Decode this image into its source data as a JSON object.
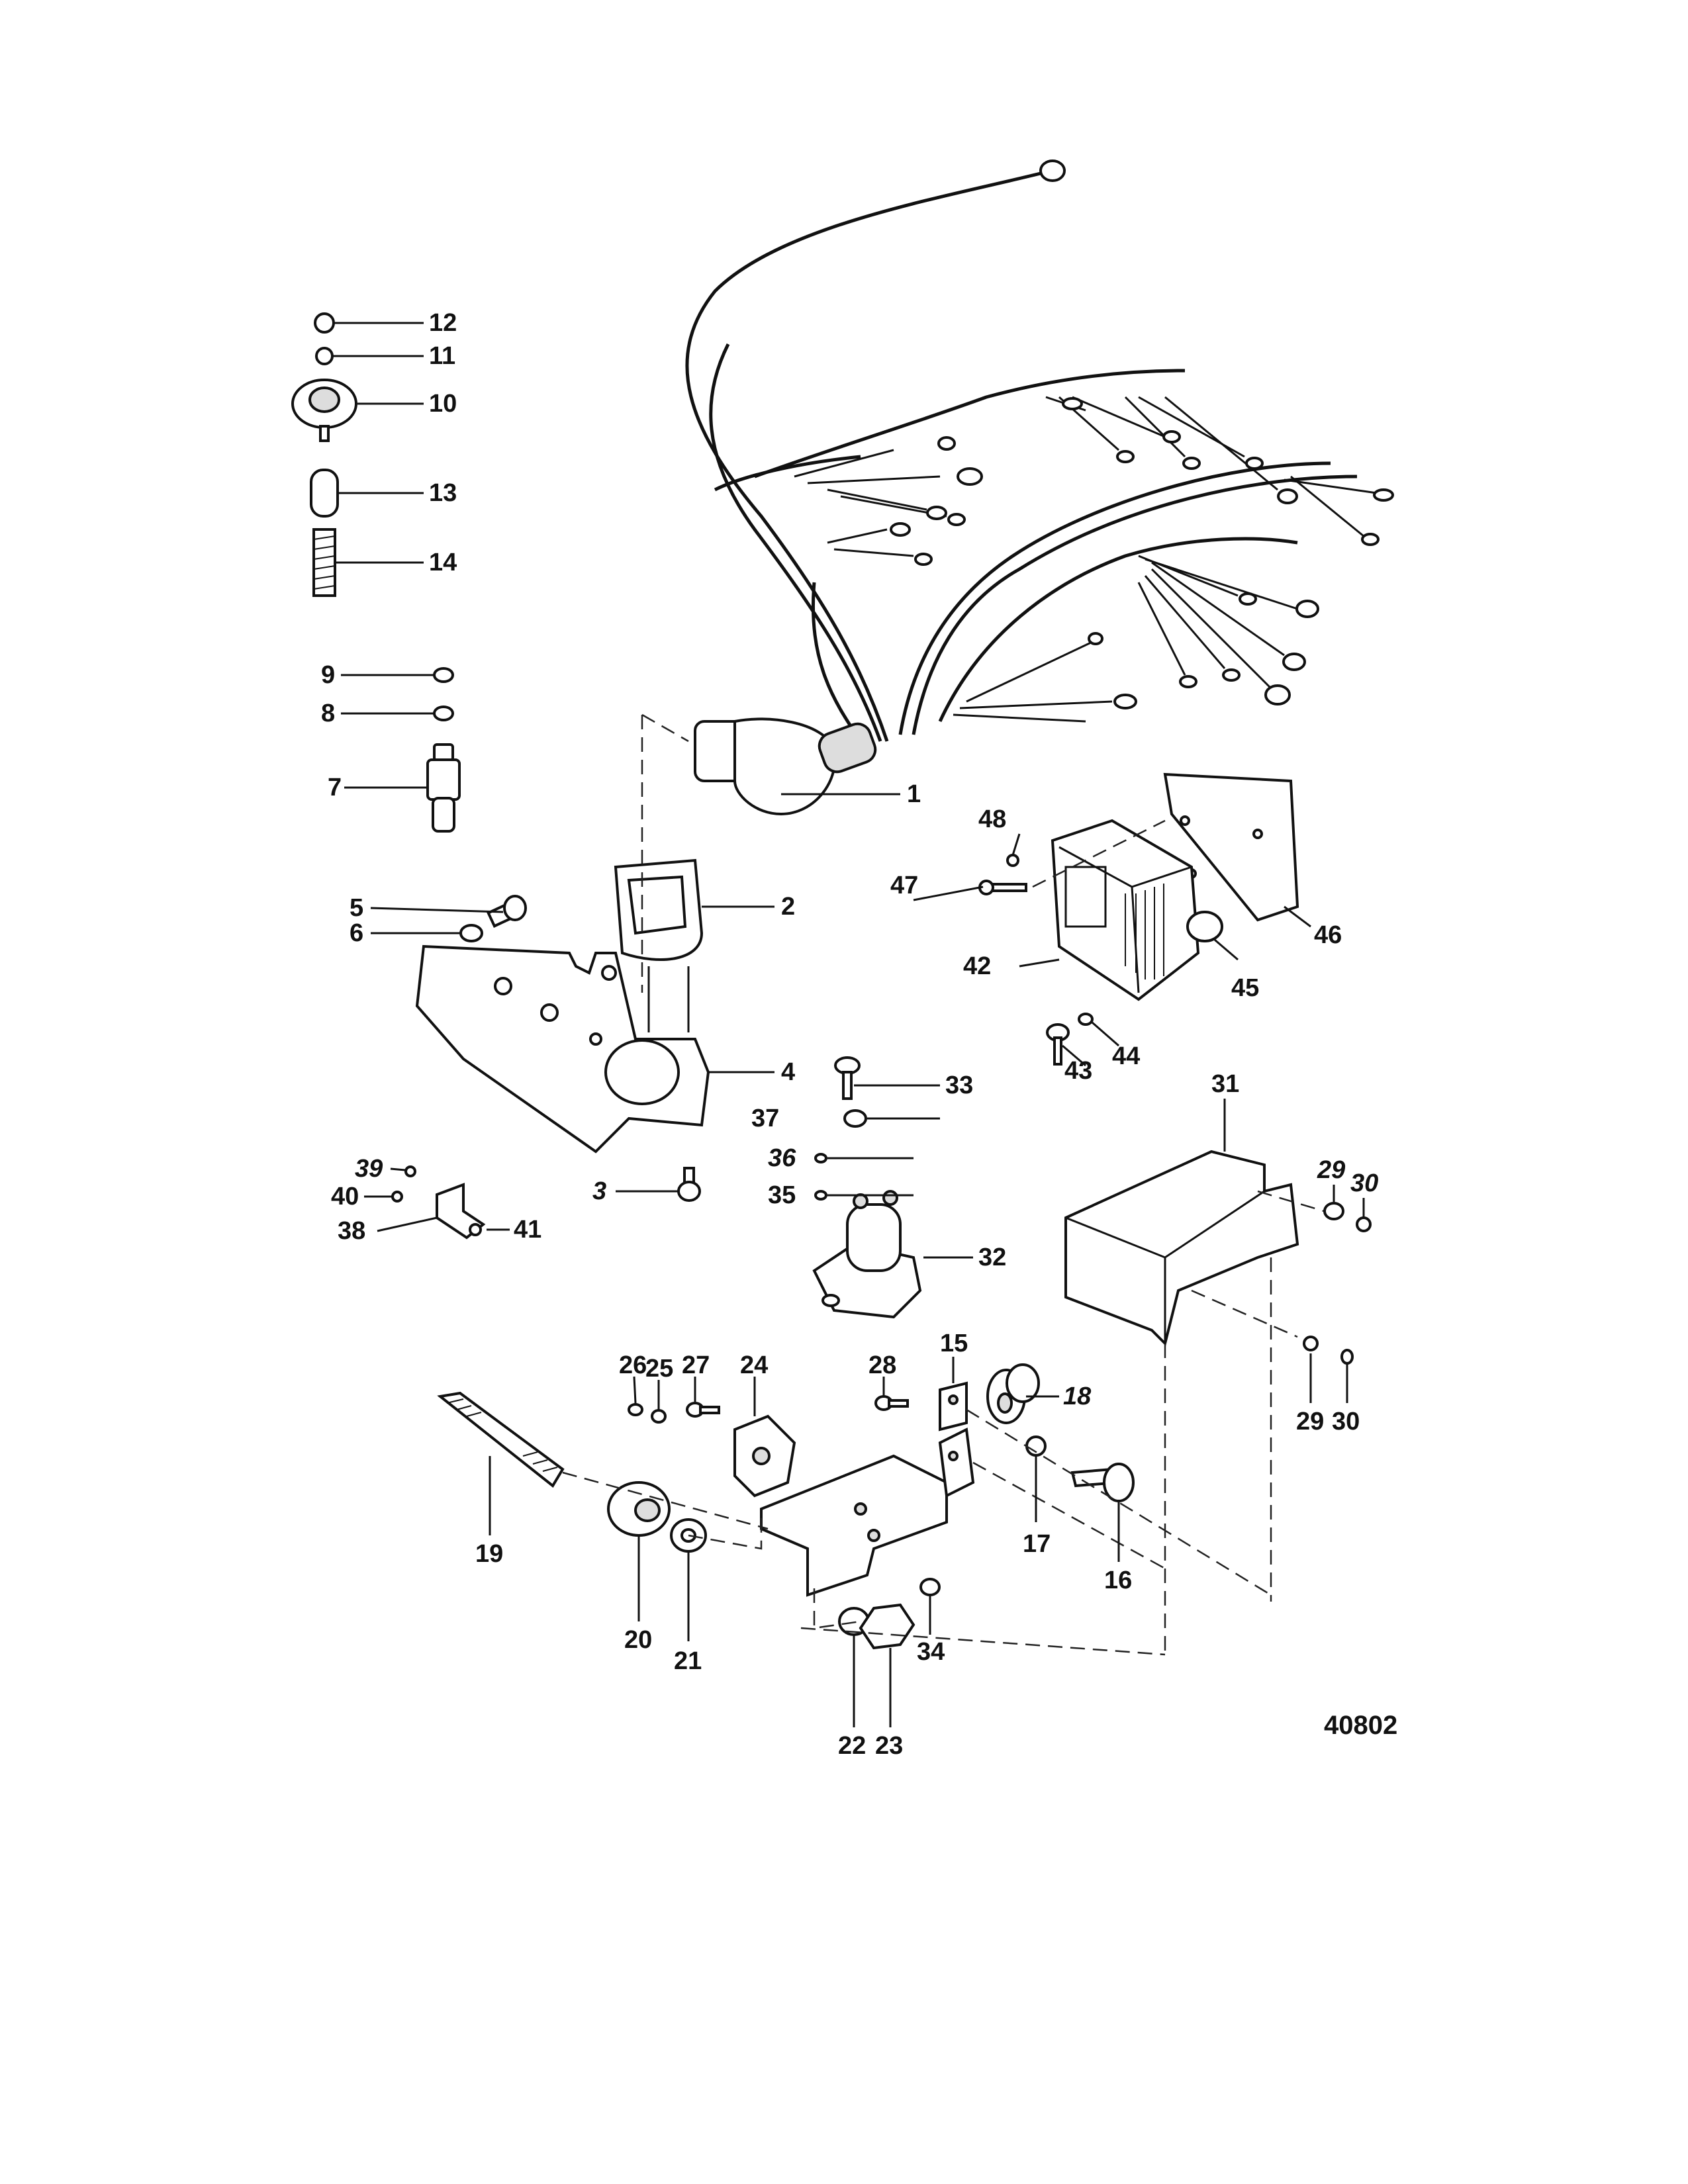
{
  "figure_number": "40802",
  "callouts": [
    {
      "id": "1",
      "text": "1"
    },
    {
      "id": "2",
      "text": "2"
    },
    {
      "id": "3",
      "text": "3"
    },
    {
      "id": "4",
      "text": "4"
    },
    {
      "id": "5",
      "text": "5"
    },
    {
      "id": "6",
      "text": "6"
    },
    {
      "id": "7",
      "text": "7"
    },
    {
      "id": "8",
      "text": "8"
    },
    {
      "id": "9",
      "text": "9"
    },
    {
      "id": "10",
      "text": "10"
    },
    {
      "id": "11",
      "text": "11"
    },
    {
      "id": "12",
      "text": "12"
    },
    {
      "id": "13",
      "text": "13"
    },
    {
      "id": "14",
      "text": "14"
    },
    {
      "id": "15",
      "text": "15"
    },
    {
      "id": "16",
      "text": "16"
    },
    {
      "id": "17",
      "text": "17"
    },
    {
      "id": "18",
      "text": "18"
    },
    {
      "id": "19",
      "text": "19"
    },
    {
      "id": "20",
      "text": "20"
    },
    {
      "id": "21",
      "text": "21"
    },
    {
      "id": "22",
      "text": "22"
    },
    {
      "id": "23",
      "text": "23"
    },
    {
      "id": "24",
      "text": "24"
    },
    {
      "id": "25",
      "text": "25"
    },
    {
      "id": "26",
      "text": "26"
    },
    {
      "id": "27",
      "text": "27"
    },
    {
      "id": "28",
      "text": "28"
    },
    {
      "id": "29a",
      "text": "29"
    },
    {
      "id": "29b",
      "text": "29"
    },
    {
      "id": "30a",
      "text": "30"
    },
    {
      "id": "30b",
      "text": "30"
    },
    {
      "id": "31",
      "text": "31"
    },
    {
      "id": "32",
      "text": "32"
    },
    {
      "id": "33",
      "text": "33"
    },
    {
      "id": "34",
      "text": "34"
    },
    {
      "id": "35",
      "text": "35"
    },
    {
      "id": "36",
      "text": "36"
    },
    {
      "id": "37",
      "text": "37"
    },
    {
      "id": "38",
      "text": "38"
    },
    {
      "id": "39",
      "text": "39"
    },
    {
      "id": "40",
      "text": "40"
    },
    {
      "id": "41",
      "text": "41"
    },
    {
      "id": "42",
      "text": "42"
    },
    {
      "id": "43",
      "text": "43"
    },
    {
      "id": "44",
      "text": "44"
    },
    {
      "id": "45",
      "text": "45"
    },
    {
      "id": "46",
      "text": "46"
    },
    {
      "id": "47",
      "text": "47"
    },
    {
      "id": "48",
      "text": "48"
    }
  ]
}
